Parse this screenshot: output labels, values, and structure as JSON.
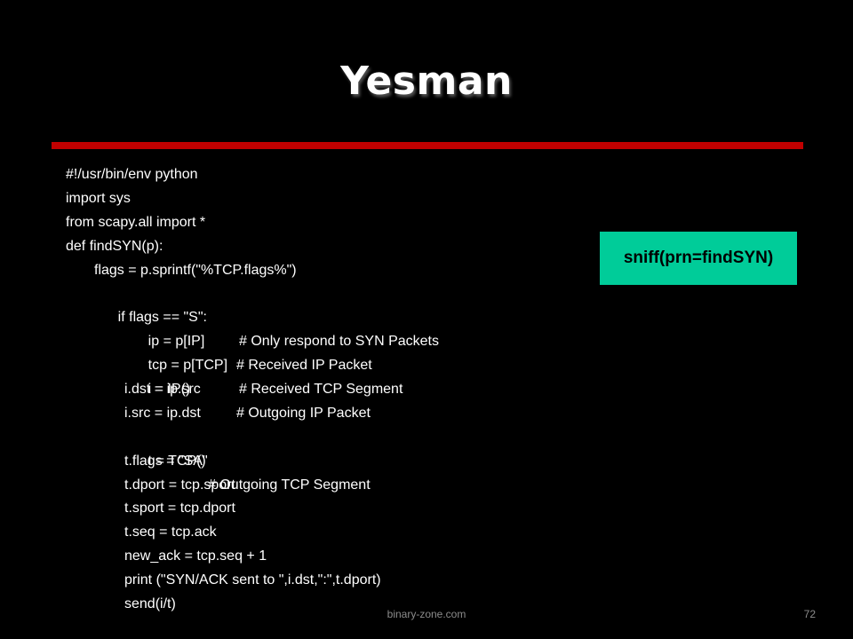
{
  "slide": {
    "title": "Yesman",
    "code": {
      "shebang": "#!/usr/bin/env python",
      "import_sys": "import sys",
      "import_scapy": "from scapy.all import *",
      "def_line": "def findSYN(p):",
      "flags_line": "flags = p.sprintf(\"%TCP.flags%\")",
      "if_code": "if flags == \"S\":",
      "if_comment": "# Only respond to SYN Packets",
      "ip_code": "ip = p[IP]",
      "ip_comment": "# Received IP Packet",
      "tcp_code": "tcp = p[TCP]",
      "tcp_comment": "# Received TCP Segment",
      "i_code": "i = IP()",
      "i_comment": "# Outgoing IP Packet",
      "idst": "i.dst = ip.src",
      "isrc": "i.src = ip.dst",
      "t_code": "t = TCP()",
      "t_comment": "# Outgoing TCP Segment",
      "tflags": "t.flags = \"SA\"",
      "tdport": "t.dport = tcp.sport",
      "tsport": "t.sport = tcp.dport",
      "tseq": "t.seq = tcp.ack",
      "newack": "new_ack = tcp.seq + 1",
      "print_line": "print (\"SYN/ACK sent to \",i.dst,\":\",t.dport)",
      "send_line": "send(i/t)"
    },
    "callout": "sniff(prn=findSYN)",
    "footer": {
      "site": "binary-zone.com",
      "page_number": "72"
    },
    "colors": {
      "background": "#000000",
      "title_rule": "#c00000",
      "callout_fill": "#00cc99",
      "footer_text": "#8c8c8c"
    }
  }
}
